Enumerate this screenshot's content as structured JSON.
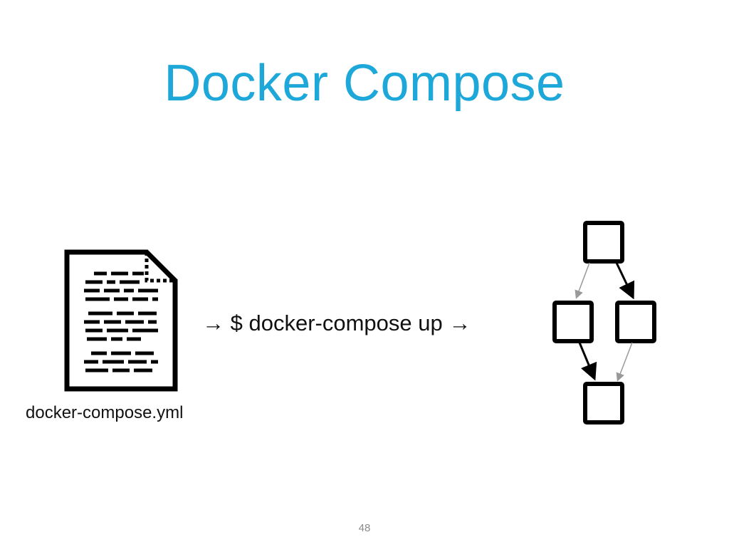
{
  "slide": {
    "title": "Docker Compose",
    "page_number": "48"
  },
  "diagram": {
    "file_label": "docker-compose.yml",
    "command_label": "→ $ docker-compose up →",
    "source_icon": "document-icon",
    "result_icon": "service-graph-icon"
  }
}
